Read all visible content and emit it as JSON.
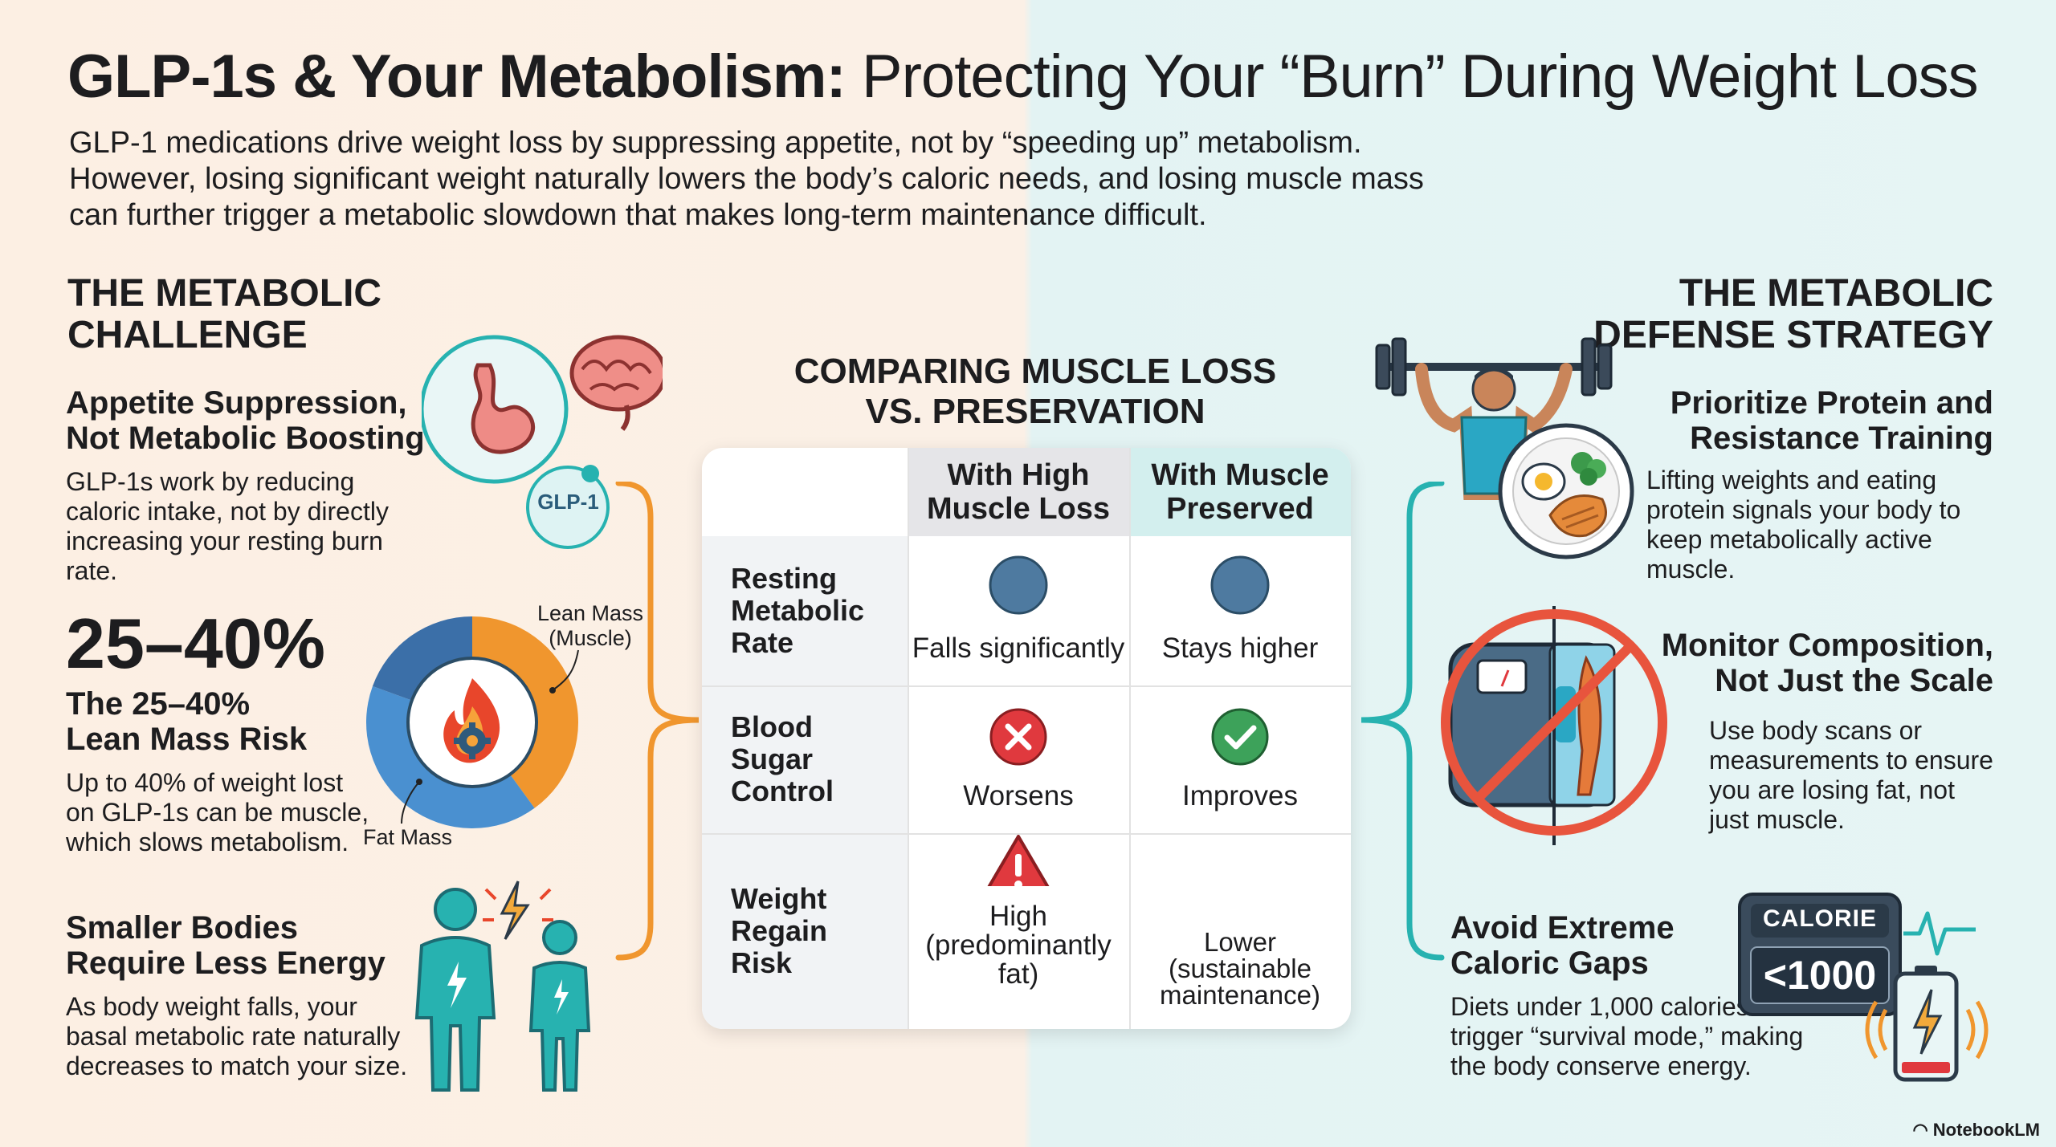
{
  "title": {
    "bold": "GLP-1s & Your Metabolism:",
    "rest": "Protecting Your “Burn” During Weight Loss"
  },
  "intro": "GLP-1 medications drive weight loss by suppressing appetite, not by “speeding up” metabolism. However, losing significant weight naturally lowers the body’s caloric needs, and losing muscle mass can further trigger a metabolic slowdown that makes long-term maintenance difficult.",
  "left": {
    "heading_line1": "THE METABOLIC",
    "heading_line2": "CHALLENGE",
    "items": [
      {
        "title_line1": "Appetite Suppression,",
        "title_line2": "Not Metabolic Boosting",
        "body": "GLP-1s work by reducing caloric intake, not by directly increasing your resting burn rate."
      },
      {
        "stat": "25–40%",
        "title_line1": "The 25–40%",
        "title_line2": "Lean Mass Risk",
        "body": "Up to 40% of weight lost on GLP-1s can be muscle, which slows metabolism."
      },
      {
        "title_line1": "Smaller Bodies",
        "title_line2": "Require Less Energy",
        "body": "As body weight falls, your basal metabolic rate naturally decreases to match your size."
      }
    ],
    "glp_badge": "GLP-1",
    "donut": {
      "lean_label_line1": "Lean Mass",
      "lean_label_line2": "(Muscle)",
      "fat_label": "Fat Mass",
      "colors": {
        "lean": "#f0962e",
        "fat": "#4a90d0",
        "fat_dark": "#3b6fa8"
      }
    }
  },
  "center": {
    "heading_line1": "COMPARING MUSCLE LOSS",
    "heading_line2": "VS. PRESERVATION",
    "col1_line1": "With High",
    "col1_line2": "Muscle Loss",
    "col2_line1": "With Muscle",
    "col2_line2": "Preserved",
    "rows": [
      {
        "label_line1": "Resting",
        "label_line2": "Metabolic",
        "label_line3": "Rate",
        "v1": "Falls significantly",
        "v1_icon": "circle-icon",
        "v2": "Stays higher",
        "v2_icon": "circle-icon"
      },
      {
        "label_line1": "Blood",
        "label_line2": "Sugar",
        "label_line3": "Control",
        "v1": "Worsens",
        "v1_icon": "x-circle-icon",
        "v2": "Improves",
        "v2_icon": "check-circle-icon"
      },
      {
        "label_line1": "Weight",
        "label_line2": "Regain",
        "label_line3": "Risk",
        "v1_line1": "High",
        "v1_line2": "(predominantly fat)",
        "v1_icon": "warning-icon",
        "v2_line1": "Lower",
        "v2_line2": "(sustainable",
        "v2_line3": "maintenance)"
      }
    ]
  },
  "right": {
    "heading_line1": "THE METABOLIC",
    "heading_line2": "DEFENSE STRATEGY",
    "items": [
      {
        "title_line1": "Prioritize Protein and",
        "title_line2": "Resistance Training",
        "body": "Lifting weights and eating protein signals your body to keep metabolically active muscle."
      },
      {
        "title_line1": "Monitor Composition,",
        "title_line2": "Not Just the Scale",
        "body": "Use body scans or measurements to ensure you are losing fat, not just muscle."
      },
      {
        "title_line1": "Avoid Extreme",
        "title_line2": "Caloric Gaps",
        "body": "Diets under 1,000 calories can trigger “survival mode,” making the body conserve energy."
      }
    ],
    "calorie_label": "CALORIE",
    "calorie_value": "<1000"
  },
  "brand": "NotebookLM",
  "colors": {
    "orange": "#f0962e",
    "teal": "#27b2b0",
    "dark_teal": "#1f8f93",
    "table_header_gray": "#e5e5e8",
    "table_header_teal": "#d3efee",
    "red": "#e0393e",
    "green": "#3da25a",
    "slate_blue": "#4e7aa0"
  }
}
